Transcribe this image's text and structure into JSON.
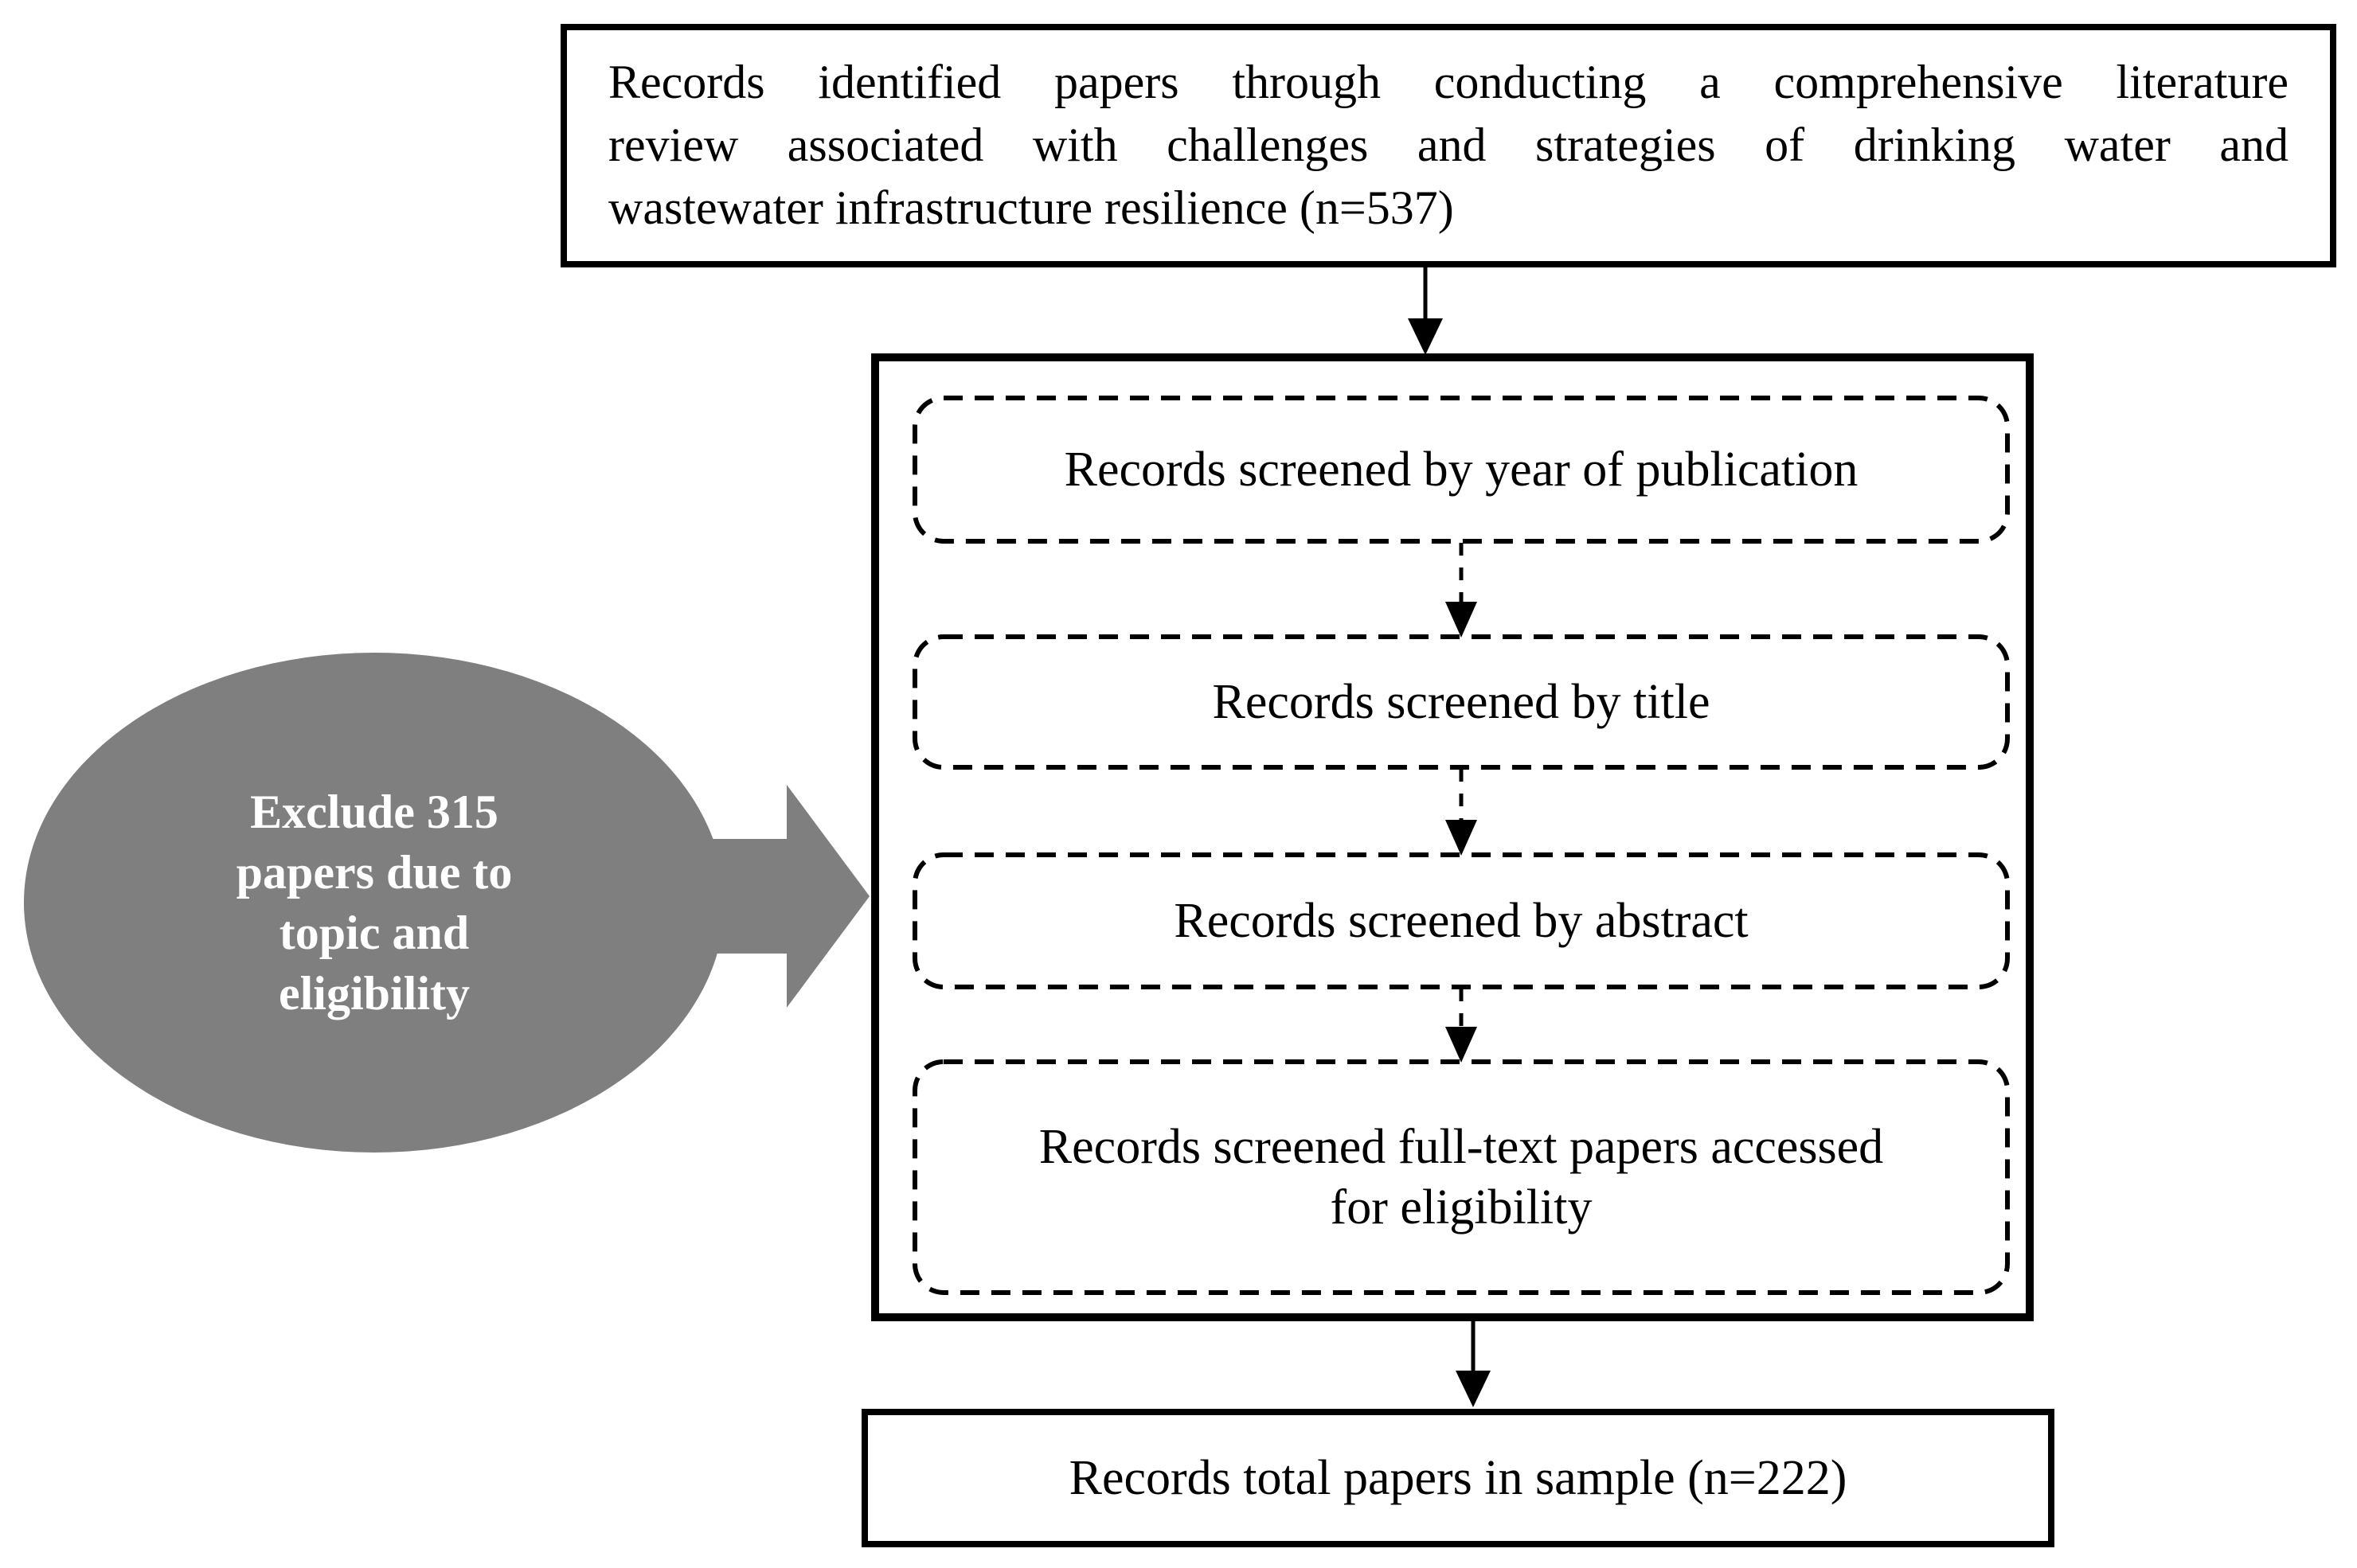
{
  "diagram": {
    "identification_box": {
      "lines": [
        "Records identified papers through conducting a comprehensive literature",
        "review associated with challenges and strategies of drinking water and",
        "wastewater infrastructure resilience (n=537)"
      ]
    },
    "screening_steps": [
      {
        "label": "Records screened by year of publication"
      },
      {
        "label": "Records screened by title"
      },
      {
        "label": "Records screened by abstract"
      },
      {
        "label": "Records screened full-text papers accessed\nfor eligibility"
      }
    ],
    "exclusion": {
      "text": "Exclude 315\npapers due to\ntopic and\neligibility"
    },
    "result_box": {
      "label": "Records total papers in sample (n=222)"
    },
    "counts": {
      "identified": 537,
      "excluded": 315,
      "final_sample": 222
    },
    "colors": {
      "shape_fill_gray": "#7f7f7f",
      "line_color": "#000000",
      "exclusion_text": "#ffffff",
      "background": "#ffffff"
    }
  }
}
